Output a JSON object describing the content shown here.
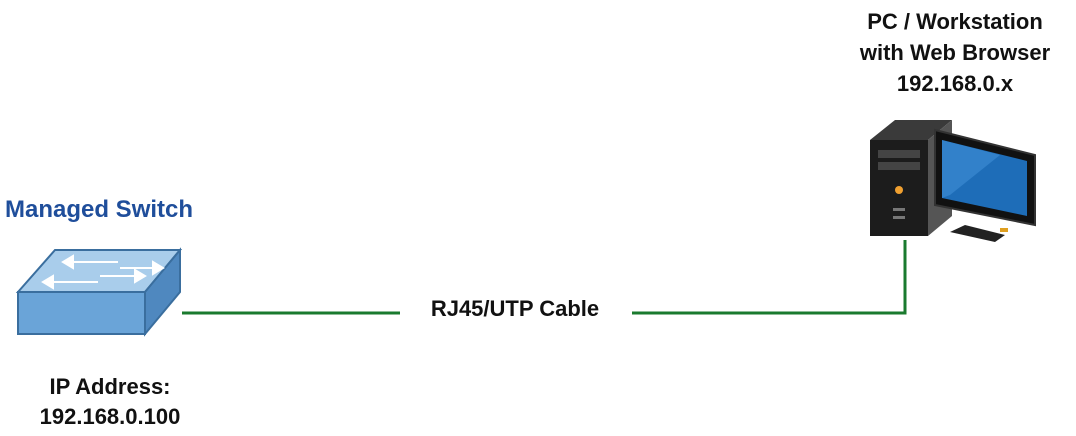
{
  "switch": {
    "title": "Managed Switch",
    "ip_label": "IP Address:",
    "ip_value": "192.168.0.100"
  },
  "cable": {
    "label": "RJ45/UTP Cable",
    "color": "#1a7a2e"
  },
  "pc": {
    "line1": "PC / Workstation",
    "line2": "with Web Browser",
    "line3": "192.168.0.x"
  },
  "colors": {
    "switch_title": "#1f4e9b",
    "switch_top": "#a9cdeb",
    "switch_front": "#6aa4d8"
  }
}
